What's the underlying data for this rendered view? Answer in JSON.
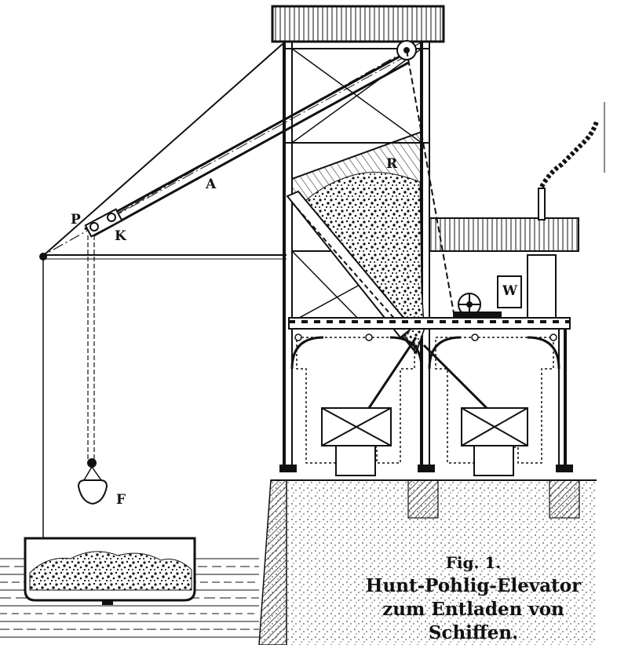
{
  "labels": {
    "P": "P",
    "K": "K",
    "A": "A",
    "R": "R",
    "W": "W",
    "F": "F"
  },
  "caption": {
    "line1": "Fig. 1.",
    "line2": "Hunt-Pohlig-Elevator",
    "line3": "zum Entladen von",
    "line4": "Schiffen."
  },
  "colors": {
    "ink": "#111111",
    "paper": "#ffffff"
  }
}
